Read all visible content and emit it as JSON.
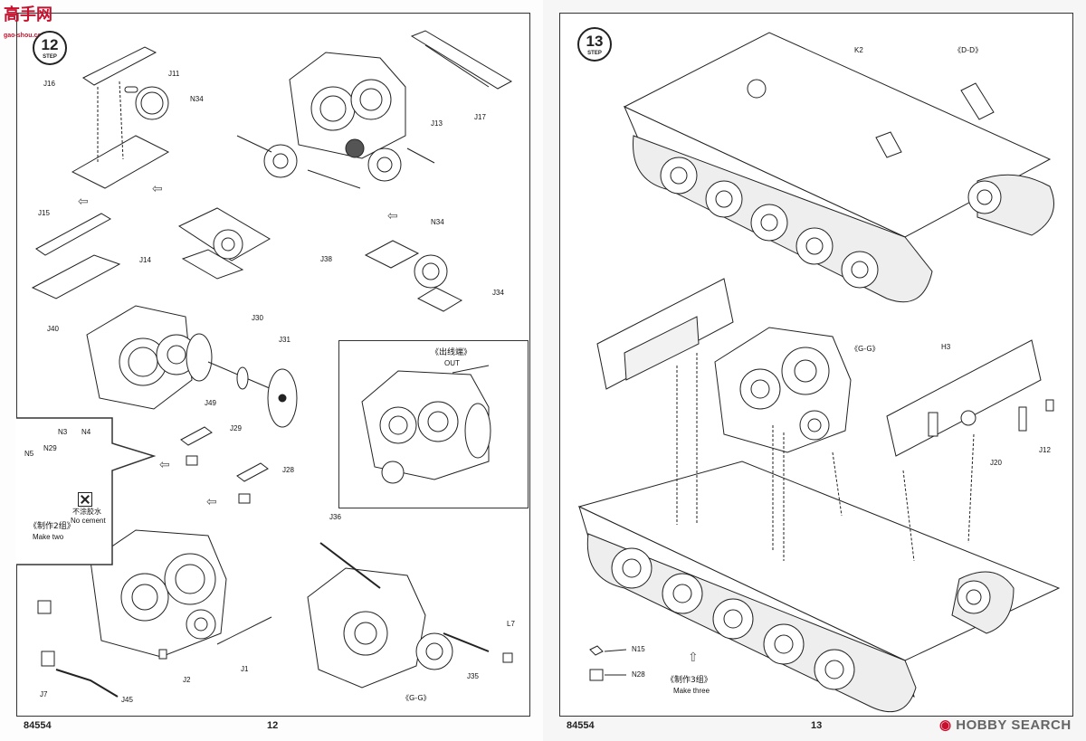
{
  "watermark": {
    "logo_text": "高手网",
    "logo_url": "gao-shou.com"
  },
  "left_page": {
    "step_number": "12",
    "step_word": "STEP",
    "page_number": "12",
    "kit_code": "84554",
    "labels": [
      "J16",
      "J11",
      "N34",
      "J17",
      "J13",
      "J15",
      "J14",
      "J34",
      "N34",
      "J38",
      "J40",
      "J30",
      "J31",
      "J49",
      "J29",
      "J28",
      "N5",
      "N3",
      "N4",
      "N29",
      "J36",
      "J2",
      "J1",
      "J7",
      "J45",
      "J35",
      "L7"
    ],
    "callout_top": {
      "cn": "《出线端》",
      "en": "OUT"
    },
    "callout_left": {
      "no_cement_cn": "不涂胶水",
      "no_cement_en": "No cement",
      "make_cn": "《制作2组》",
      "make_en": "Make two"
    },
    "view_label": "《G-G》"
  },
  "right_page": {
    "step_number": "13",
    "step_word": "STEP",
    "page_number": "13",
    "kit_code": "84554",
    "labels": [
      "K2",
      "《D-D》",
      "《G-G》",
      "H3",
      "J20",
      "J12",
      "N15",
      "N28"
    ],
    "make_cn": "《制作3组》",
    "make_en": "Make three",
    "brand": "HOBBY SEARCH"
  }
}
